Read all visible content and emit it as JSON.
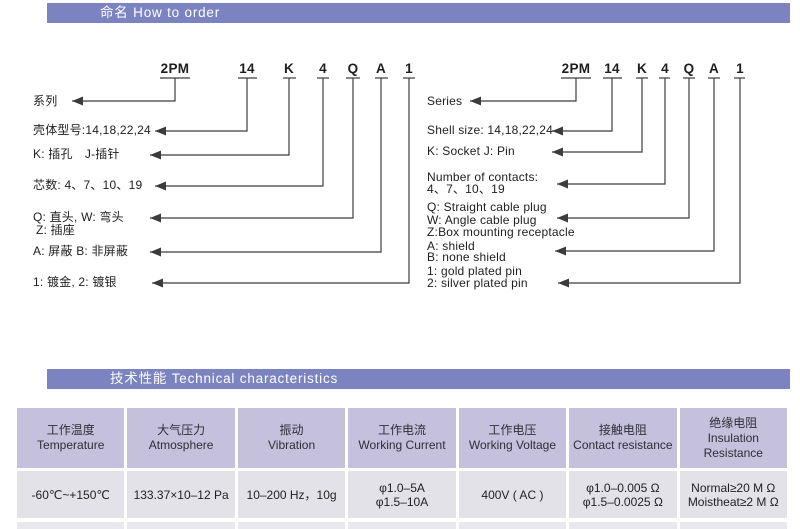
{
  "banners": {
    "how_to_order": "命名 How to order",
    "technical": "技术性能  Technical characteristics"
  },
  "order_code": [
    "2PM",
    "14",
    "K",
    "4",
    "Q",
    "A",
    "1"
  ],
  "left_diagram": {
    "labels": [
      {
        "text": "系列"
      },
      {
        "text": "壳体型号:14,18,22,24"
      },
      {
        "text": "K: 插孔　J-插针"
      },
      {
        "text": "芯数: 4、7、10、19"
      },
      {
        "text": "Q: 直头, W: 弯头"
      },
      {
        "text": "Z: 插座"
      },
      {
        "text": "A: 屏蔽 B: 非屏蔽"
      },
      {
        "text": "1: 镀金, 2: 镀银"
      }
    ]
  },
  "right_diagram": {
    "labels": [
      {
        "text": "Series"
      },
      {
        "text": "Shell size: 14,18,22,24"
      },
      {
        "text": "K: Socket   J: Pin"
      },
      {
        "text": "Number of contacts:"
      },
      {
        "text": "4、7、10、19"
      },
      {
        "text": "Q: Straight cable plug"
      },
      {
        "text": "W: Angle cable plug"
      },
      {
        "text": "Z:Box mounting receptacle"
      },
      {
        "text": "A: shield"
      },
      {
        "text": "B: none shield"
      },
      {
        "text": "1: gold plated pin"
      },
      {
        "text": "2: silver plated pin"
      }
    ]
  },
  "table": {
    "columns": [
      {
        "zh": "工作温度",
        "en": "Temperature",
        "value_lines": [
          "-60℃~+150℃"
        ]
      },
      {
        "zh": "大气压力",
        "en": "Atmosphere",
        "value_lines": [
          "133.37×10–12 Pa"
        ]
      },
      {
        "zh": "振动",
        "en": "Vibration",
        "value_lines": [
          "10–200 Hz，10g"
        ]
      },
      {
        "zh": "工作电流",
        "en": "Working Current",
        "value_lines": [
          "φ1.0–5A",
          "φ1.5–10A"
        ]
      },
      {
        "zh": "工作电压",
        "en": "Working Voltage",
        "value_lines": [
          "400V ( AC )"
        ]
      },
      {
        "zh": "接触电阻",
        "en": "Contact resistance",
        "value_lines": [
          "φ1.0–0.005 Ω",
          "φ1.5–0.0025 Ω"
        ]
      },
      {
        "zh": "绝缘电阻",
        "en": "Insulation Resistance",
        "value_lines": [
          "Normal≥20 M Ω",
          "Moistheat≥2 M Ω"
        ]
      }
    ]
  },
  "colors": {
    "banner_bg": "#7b84c1",
    "table_header_bg": "#c5c0db",
    "table_body_bg": "#e3e2e9",
    "line_color": "#3c3c3c"
  }
}
